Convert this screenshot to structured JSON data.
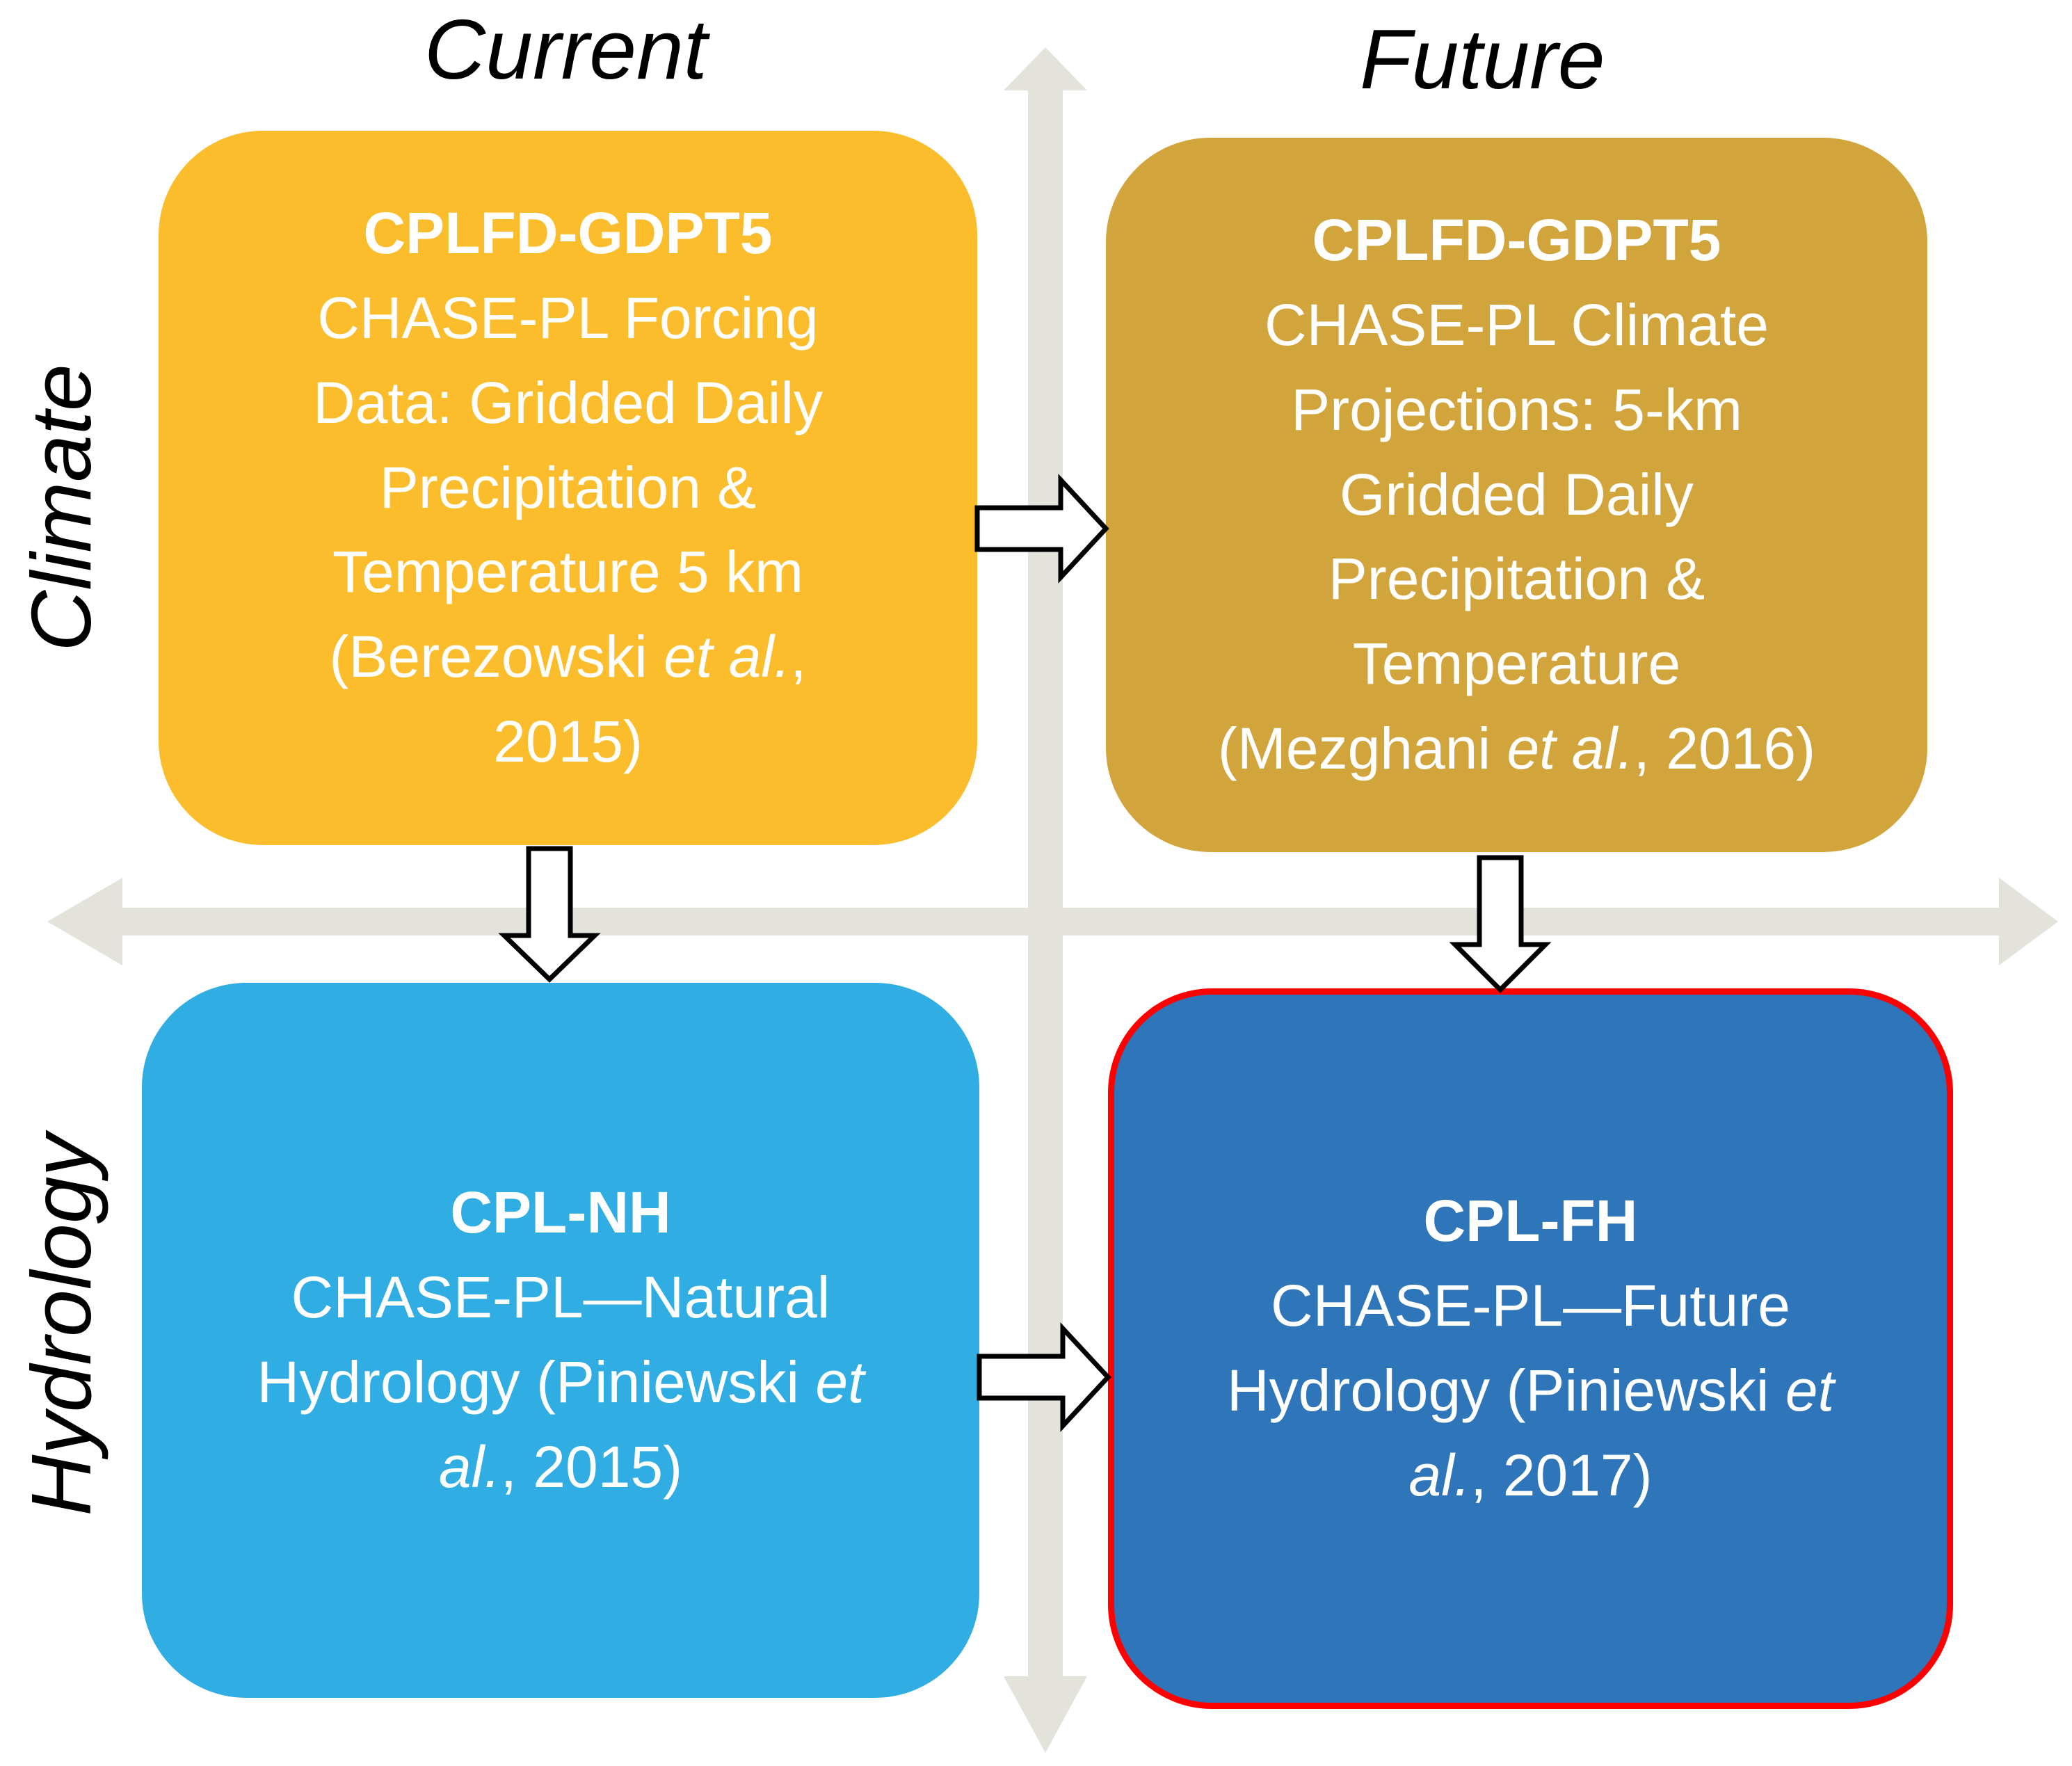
{
  "columns": {
    "current": "Current",
    "future": "Future"
  },
  "rows": {
    "climate": "Climate",
    "hydrology": "Hydrology"
  },
  "boxes": {
    "current_climate": {
      "code": "CPLFD-GDPT5",
      "lines": [
        "CHASE-PL Forcing",
        "Data: Gridded Daily",
        "Precipitation &",
        "Temperature 5 km"
      ],
      "cite_pre": "(Berezowski ",
      "cite_etal": "et al.",
      "cite_post": ",",
      "cite_year": "2015)",
      "color": "#fbbd2c"
    },
    "future_climate": {
      "code": "CPLFD-GDPT5",
      "lines": [
        "CHASE-PL Climate",
        "Projections: 5-km",
        "Gridded Daily",
        "Precipitation &",
        "Temperature"
      ],
      "cite_pre": "(Mezghani ",
      "cite_etal": "et al.",
      "cite_post": ", 2016)",
      "color": "#d2a43c"
    },
    "current_hydrology": {
      "code": "CPL-NH",
      "lines": [
        "CHASE-PL—Natural"
      ],
      "cite_pre": "Hydrology (Piniewski ",
      "cite_etal_a": "et",
      "cite_etal_b": "al.",
      "cite_post": ", 2015)",
      "color": "#30ade2"
    },
    "future_hydrology": {
      "code": "CPL-FH",
      "lines": [
        "CHASE-PL—Future"
      ],
      "cite_pre": "Hydrology (Piniewski ",
      "cite_etal_a": "et",
      "cite_etal_b": "al.",
      "cite_post": ", 2017)",
      "color": "#2e75b9",
      "highlight_border": "#ff0000"
    }
  },
  "colors": {
    "axis_arrows": "#e3e2db",
    "flow_arrow_fill": "#ffffff",
    "flow_arrow_stroke": "#000000"
  }
}
